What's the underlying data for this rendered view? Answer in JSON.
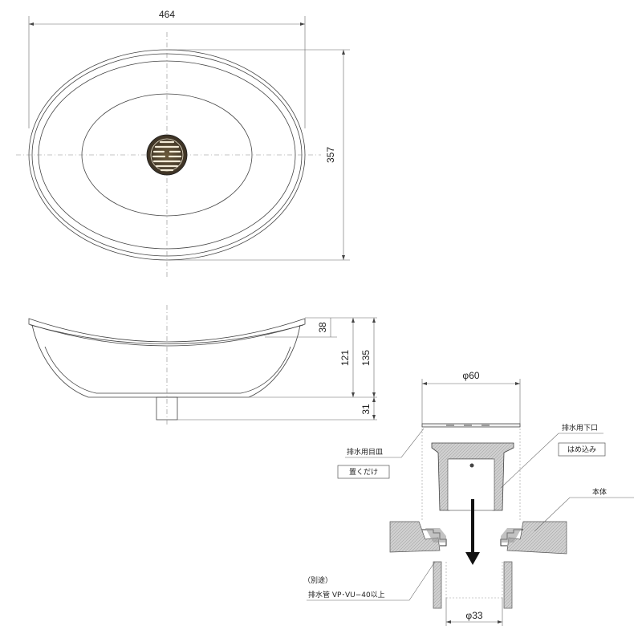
{
  "top_view": {
    "width_dim": "464",
    "depth_dim": "357"
  },
  "side_view": {
    "dim_rim": "38",
    "dim_bowl": "121",
    "dim_total": "135",
    "dim_drain": "31"
  },
  "detail": {
    "dia_top": "φ60",
    "dia_pipe": "φ33",
    "label_plate": "排水用目皿",
    "label_plate_note": "置くだけ",
    "label_outlet": "排水用下口",
    "label_outlet_note": "はめ込み",
    "label_body": "本体",
    "label_separate": "（別途）",
    "label_pipe": "排水管 VP･VU−40以上"
  },
  "colors": {
    "line": "#444444",
    "hatch_fill": "#c8c8c8",
    "arrow": "#111111"
  }
}
